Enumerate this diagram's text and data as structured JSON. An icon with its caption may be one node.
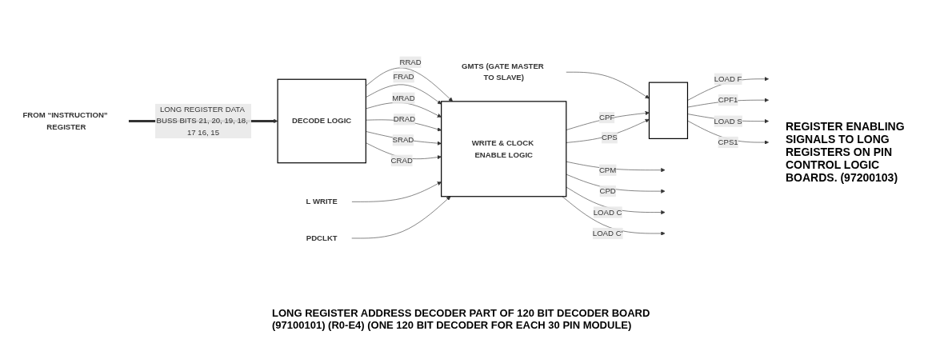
{
  "diagram": {
    "caption": "LONG REGISTER ADDRESS DECODER PART OF 120 BIT DECODER BOARD (97100101) (R0-E4) (ONE 120 BIT DECODER FOR EACH 30 PIN MODULE)",
    "nodes": [
      {
        "text": [
          "FROM “INSTRUCTION” REGISTER"
        ]
      },
      {
        "text": [
          "DECODE LOGIC"
        ]
      },
      {
        "text": [
          "GMTS (GATE MASTER TO SLAVE)"
        ]
      },
      {
        "text": [
          "L WRITE"
        ]
      },
      {
        "text": [
          "PDCLKT"
        ]
      },
      {
        "text": [
          "WRITE & CLOCK ENABLE LOGIC"
        ]
      },
      {
        "text": [],
        "shape": "box"
      }
    ],
    "edges": [
      {
        "from": 0,
        "to": 1,
        "arrow": "to",
        "label": "LONG REGISTER DATA BUSS BITS 21, 20, 19, 18, 17 16, 15",
        "style": "thick"
      },
      {
        "from": 1,
        "to": 5,
        "arrow": "to",
        "label": "RRAD"
      },
      {
        "from": 1,
        "to": 5,
        "arrow": "to",
        "label": "FRAD"
      },
      {
        "from": 1,
        "to": 5,
        "arrow": "to",
        "label": "MRAD"
      },
      {
        "from": 1,
        "to": 5,
        "arrow": "to",
        "label": "DRAD"
      },
      {
        "from": 1,
        "to": 5,
        "arrow": "to",
        "label": "SRAD"
      },
      {
        "from": 1,
        "to": 5,
        "arrow": "to",
        "label": "CRAD"
      },
      {
        "from": 2,
        "to": 6,
        "arrow": "to"
      },
      {
        "from": 3,
        "to": 5,
        "arrow": "to"
      },
      {
        "from": 4,
        "to": 5,
        "arrow": "to"
      },
      {
        "from": 5,
        "to": 6,
        "arrow": "to",
        "label": "CPF"
      },
      {
        "from": 5,
        "to": 6,
        "arrow": "to",
        "label": "CPS"
      },
      {
        "from": 6,
        "to": null,
        "arrow": "to",
        "label": "LOAD F"
      },
      {
        "from": 6,
        "to": null,
        "arrow": "to",
        "label": "CPF1"
      },
      {
        "from": 6,
        "to": null,
        "arrow": "to",
        "label": "LOAD S"
      },
      {
        "from": 6,
        "to": null,
        "arrow": "to",
        "label": "CPS1"
      },
      {
        "from": 5,
        "to": null,
        "arrow": "to",
        "label": "CPM"
      },
      {
        "from": 5,
        "to": null,
        "arrow": "to",
        "label": "CPD"
      },
      {
        "from": 5,
        "to": null,
        "arrow": "to",
        "label": "LOAD C"
      },
      {
        "from": 5,
        "to": null,
        "arrow": "to",
        "label": "LOAD C'"
      }
    ],
    "labels": [
      "REGISTER ENABLING SIGNALS TO LONG REGISTERS ON PIN CONTROL LOGIC BOARDS. (97200103)"
    ]
  }
}
